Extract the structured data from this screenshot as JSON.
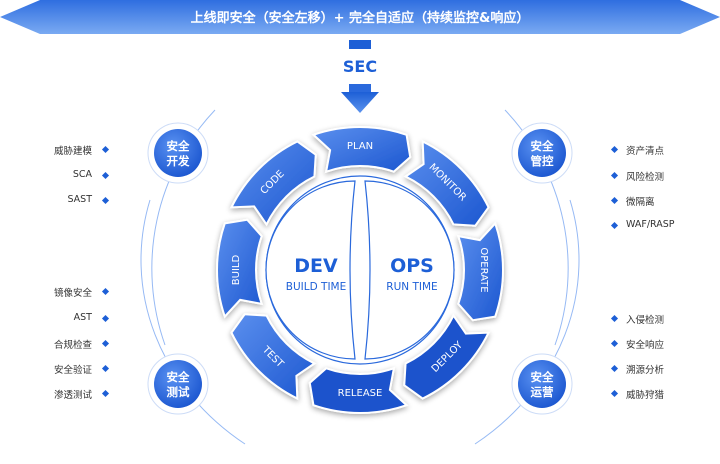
{
  "banner": {
    "text": "上线即安全（安全左移）+ 完全自适应（持续监控&响应）"
  },
  "sec": {
    "label": "SEC"
  },
  "center": {
    "dev_title": "DEV",
    "dev_sub": "BUILD TIME",
    "ops_title": "OPS",
    "ops_sub": "RUN TIME"
  },
  "cycle": {
    "plan": "PLAN",
    "monitor": "MONITOR",
    "operate": "OPERATE",
    "deploy": "DEPLOY",
    "release": "RELEASE",
    "test": "TEST",
    "build": "BUILD",
    "code": "CODE"
  },
  "hubs": {
    "dev": {
      "line1": "安全",
      "line2": "开发"
    },
    "ctrl": {
      "line1": "安全",
      "line2": "管控"
    },
    "test": {
      "line1": "安全",
      "line2": "测试"
    },
    "ops": {
      "line1": "安全",
      "line2": "运营"
    }
  },
  "lists": {
    "dev": [
      "威胁建模",
      "SCA",
      "SAST"
    ],
    "test": [
      "镜像安全",
      "AST",
      "合规检查",
      "安全验证",
      "渗透测试"
    ],
    "ctrl": [
      "资产清点",
      "风险检测",
      "微隔离",
      "WAF/RASP"
    ],
    "ops": [
      "入侵检测",
      "安全响应",
      "溯源分析",
      "威胁狩猎"
    ]
  },
  "colors": {
    "primary": "#1d5fd6",
    "light": "#6a9cf0",
    "banner_top": "#2f6ee0",
    "banner_bottom": "#7aaaf2"
  }
}
